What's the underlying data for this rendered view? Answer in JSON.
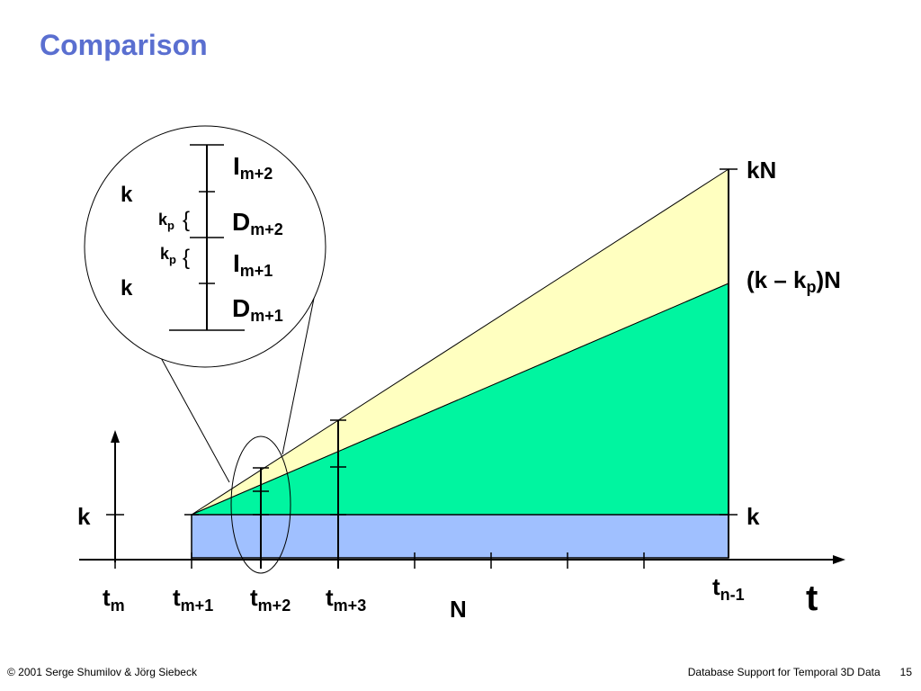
{
  "slide": {
    "title": "Comparison",
    "footer_left": "© 2001 Serge Shumilov & Jörg Siebeck",
    "footer_center": "Database Support for Temporal 3D Data",
    "page_number": "15"
  },
  "diagram": {
    "axis_label": "t",
    "y_axis_mark": "k",
    "time_labels": [
      {
        "base": "t",
        "sub": "m"
      },
      {
        "base": "t",
        "sub": "m+1"
      },
      {
        "base": "t",
        "sub": "m+2"
      },
      {
        "base": "t",
        "sub": "m+3"
      },
      {
        "base": "t",
        "sub": "n-1"
      }
    ],
    "n_label": "N",
    "right_labels": {
      "kN": "kN",
      "kkpN_a": "(k – k",
      "kkpN_sub": "p",
      "kkpN_b": ")N",
      "k": "k"
    },
    "colors": {
      "yellow": "#ffffc0",
      "green": "#00f5a0",
      "blue": "#a0c0ff"
    },
    "zoom": {
      "k_top": "k",
      "k_bottom": "k",
      "kp_a_base": "k",
      "kp_a_sub": "p",
      "kp_b_base": "k",
      "kp_b_sub": "p",
      "brace": "{",
      "I2_base": "I",
      "I2_sub": "m+2",
      "D2_base": "D",
      "D2_sub": "m+2",
      "I1_base": "I",
      "I1_sub": "m+1",
      "D1_base": "D",
      "D1_sub": "m+1"
    }
  }
}
